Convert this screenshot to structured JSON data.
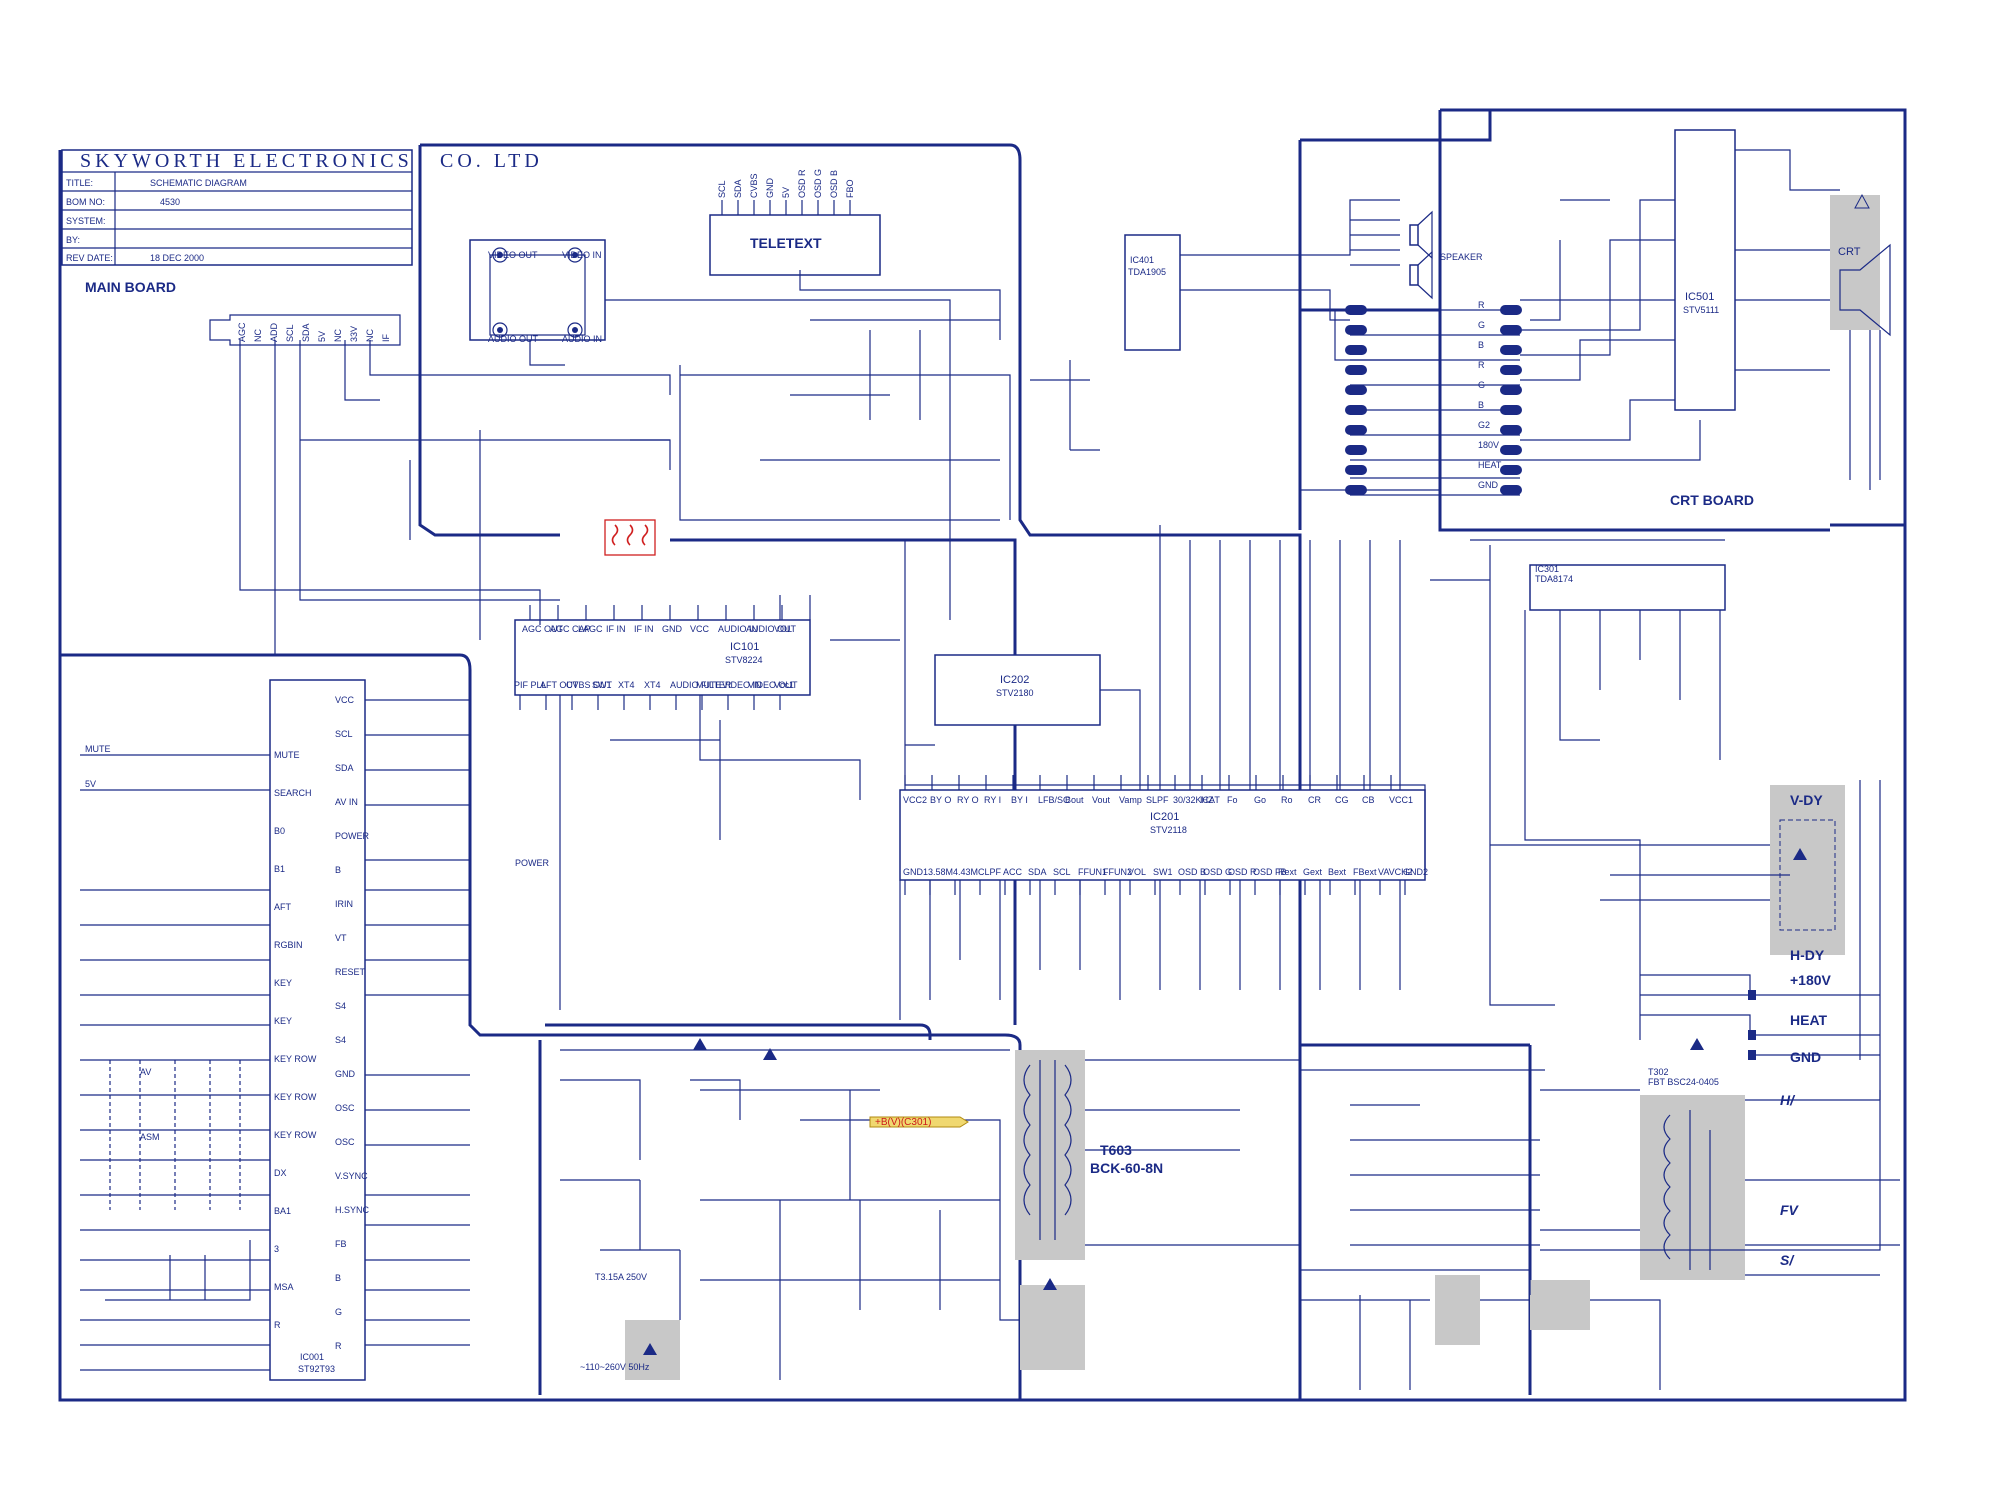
{
  "title_block": {
    "company_left": "SKYWORTH ELECTRONICS",
    "company_right": "CO. LTD",
    "rows": [
      {
        "label": "TITLE:",
        "value": "SCHEMATIC DIAGRAM"
      },
      {
        "label": "BOM NO:",
        "value": "4530"
      },
      {
        "label": "SYSTEM:",
        "value": ""
      },
      {
        "label": "BY:",
        "value": ""
      },
      {
        "label": "REV DATE:",
        "value": "18 DEC 2000"
      }
    ]
  },
  "boards": {
    "main": "MAIN BOARD",
    "crt": "CRT BOARD"
  },
  "modules": {
    "teletext": "TELETEXT",
    "teletext_pins": [
      "SCL",
      "SDA",
      "CVBS",
      "GND",
      "5V",
      "OSD R",
      "OSD G",
      "OSD B",
      "FBO"
    ],
    "video_audio_box": {
      "video_out": "VIDEO OUT",
      "video_in": "VIDEO IN",
      "audio_out": "AUDIO OUT",
      "audio_in": "AUDIO IN"
    },
    "tuner_pins": [
      "AGC",
      "NC",
      "ADD",
      "SCL",
      "SDA",
      "5V",
      "NC",
      "33V",
      "NC",
      "IF"
    ]
  },
  "ics": [
    {
      "ref": "IC101",
      "part": "STV8224"
    },
    {
      "ref": "IC201",
      "part": "STV2118"
    },
    {
      "ref": "IC202",
      "part": "STV2180"
    },
    {
      "ref": "IC301",
      "part": "TDA8174"
    },
    {
      "ref": "IC401",
      "part": "TDA1905"
    },
    {
      "ref": "IC501",
      "part": "STV5111"
    },
    {
      "ref": "IC001",
      "part": "ST92T93"
    }
  ],
  "transformers": [
    {
      "ref": "T603",
      "part": "BCK-60-8N"
    },
    {
      "ref": "T302",
      "part": "FBT BSC24-0405"
    }
  ],
  "labels": {
    "crt": "CRT",
    "v_dy": "V-DY",
    "h_dy": "H-DY",
    "plus180": "+180V",
    "heat": "HEAT",
    "gnd": "GND",
    "speaker": "SPEAKER",
    "mute": "MUTE",
    "five_v": "5V",
    "power": "POWER",
    "av": "AV",
    "asm": "ASM",
    "fv": "FV",
    "sv": "S/",
    "hv": "H/",
    "ac_in": "~110~260V 50Hz",
    "fuse": "T3.15A 250V",
    "led_red": "+B(V)(C301)"
  },
  "ic201_top_pins": [
    "VCC2",
    "BY O",
    "RY O",
    "RY I",
    "BY I",
    "LFB/SC",
    "Bout",
    "Vout",
    "Vamp",
    "SLPF",
    "30/32KHZ",
    "ICAT",
    "Fo",
    "Go",
    "Ro",
    "CR",
    "CG",
    "CB",
    "VCC1"
  ],
  "ic201_bottom_pins": [
    "GND1",
    "3.58M",
    "4.43M",
    "CLPF",
    "ACC",
    "SDA",
    "SCL",
    "FFUN1",
    "FFUN2",
    "VOL",
    "SW1",
    "OSD B",
    "OSD G",
    "OSD R",
    "OSD FB",
    "Rext",
    "Gext",
    "Bext",
    "FBext",
    "VAVCH2",
    "GND2"
  ],
  "ic101_pins_top": [
    "AGC OUT",
    "AGC CAP",
    "LAGC",
    "IF IN",
    "IF IN",
    "GND",
    "VCC",
    "AUDIO IN",
    "AUDIO OUT",
    "VOL"
  ],
  "ic101_pins_bottom": [
    "PIF PLL",
    "AFT OUT",
    "CVBS OUT",
    "SW1",
    "XT4",
    "XT4",
    "AUDIO FILTER",
    "MUTE",
    "VIDEO IN",
    "VIDEO OUT",
    "Vcc1"
  ],
  "ic001_pins_left": [
    "MUTE",
    "SEARCH",
    "B0",
    "B1",
    "AFT",
    "RGBIN",
    "KEY",
    "KEY",
    "KEY ROW",
    "KEY ROW",
    "KEY ROW",
    "DX",
    "BA1",
    "3",
    "MSA",
    "R"
  ],
  "ic001_pins_right": [
    "VCC",
    "SCL",
    "SDA",
    "AV IN",
    "POWER",
    "B",
    "IRIN",
    "VT",
    "RESET",
    "S4",
    "S4",
    "GND",
    "OSC",
    "OSC",
    "V.SYNC",
    "H.SYNC",
    "FB",
    "B",
    "G",
    "R"
  ],
  "crt_pins": [
    "R",
    "G",
    "B",
    "R",
    "G",
    "B",
    "G2",
    "180V",
    "HEAT",
    "GND"
  ]
}
